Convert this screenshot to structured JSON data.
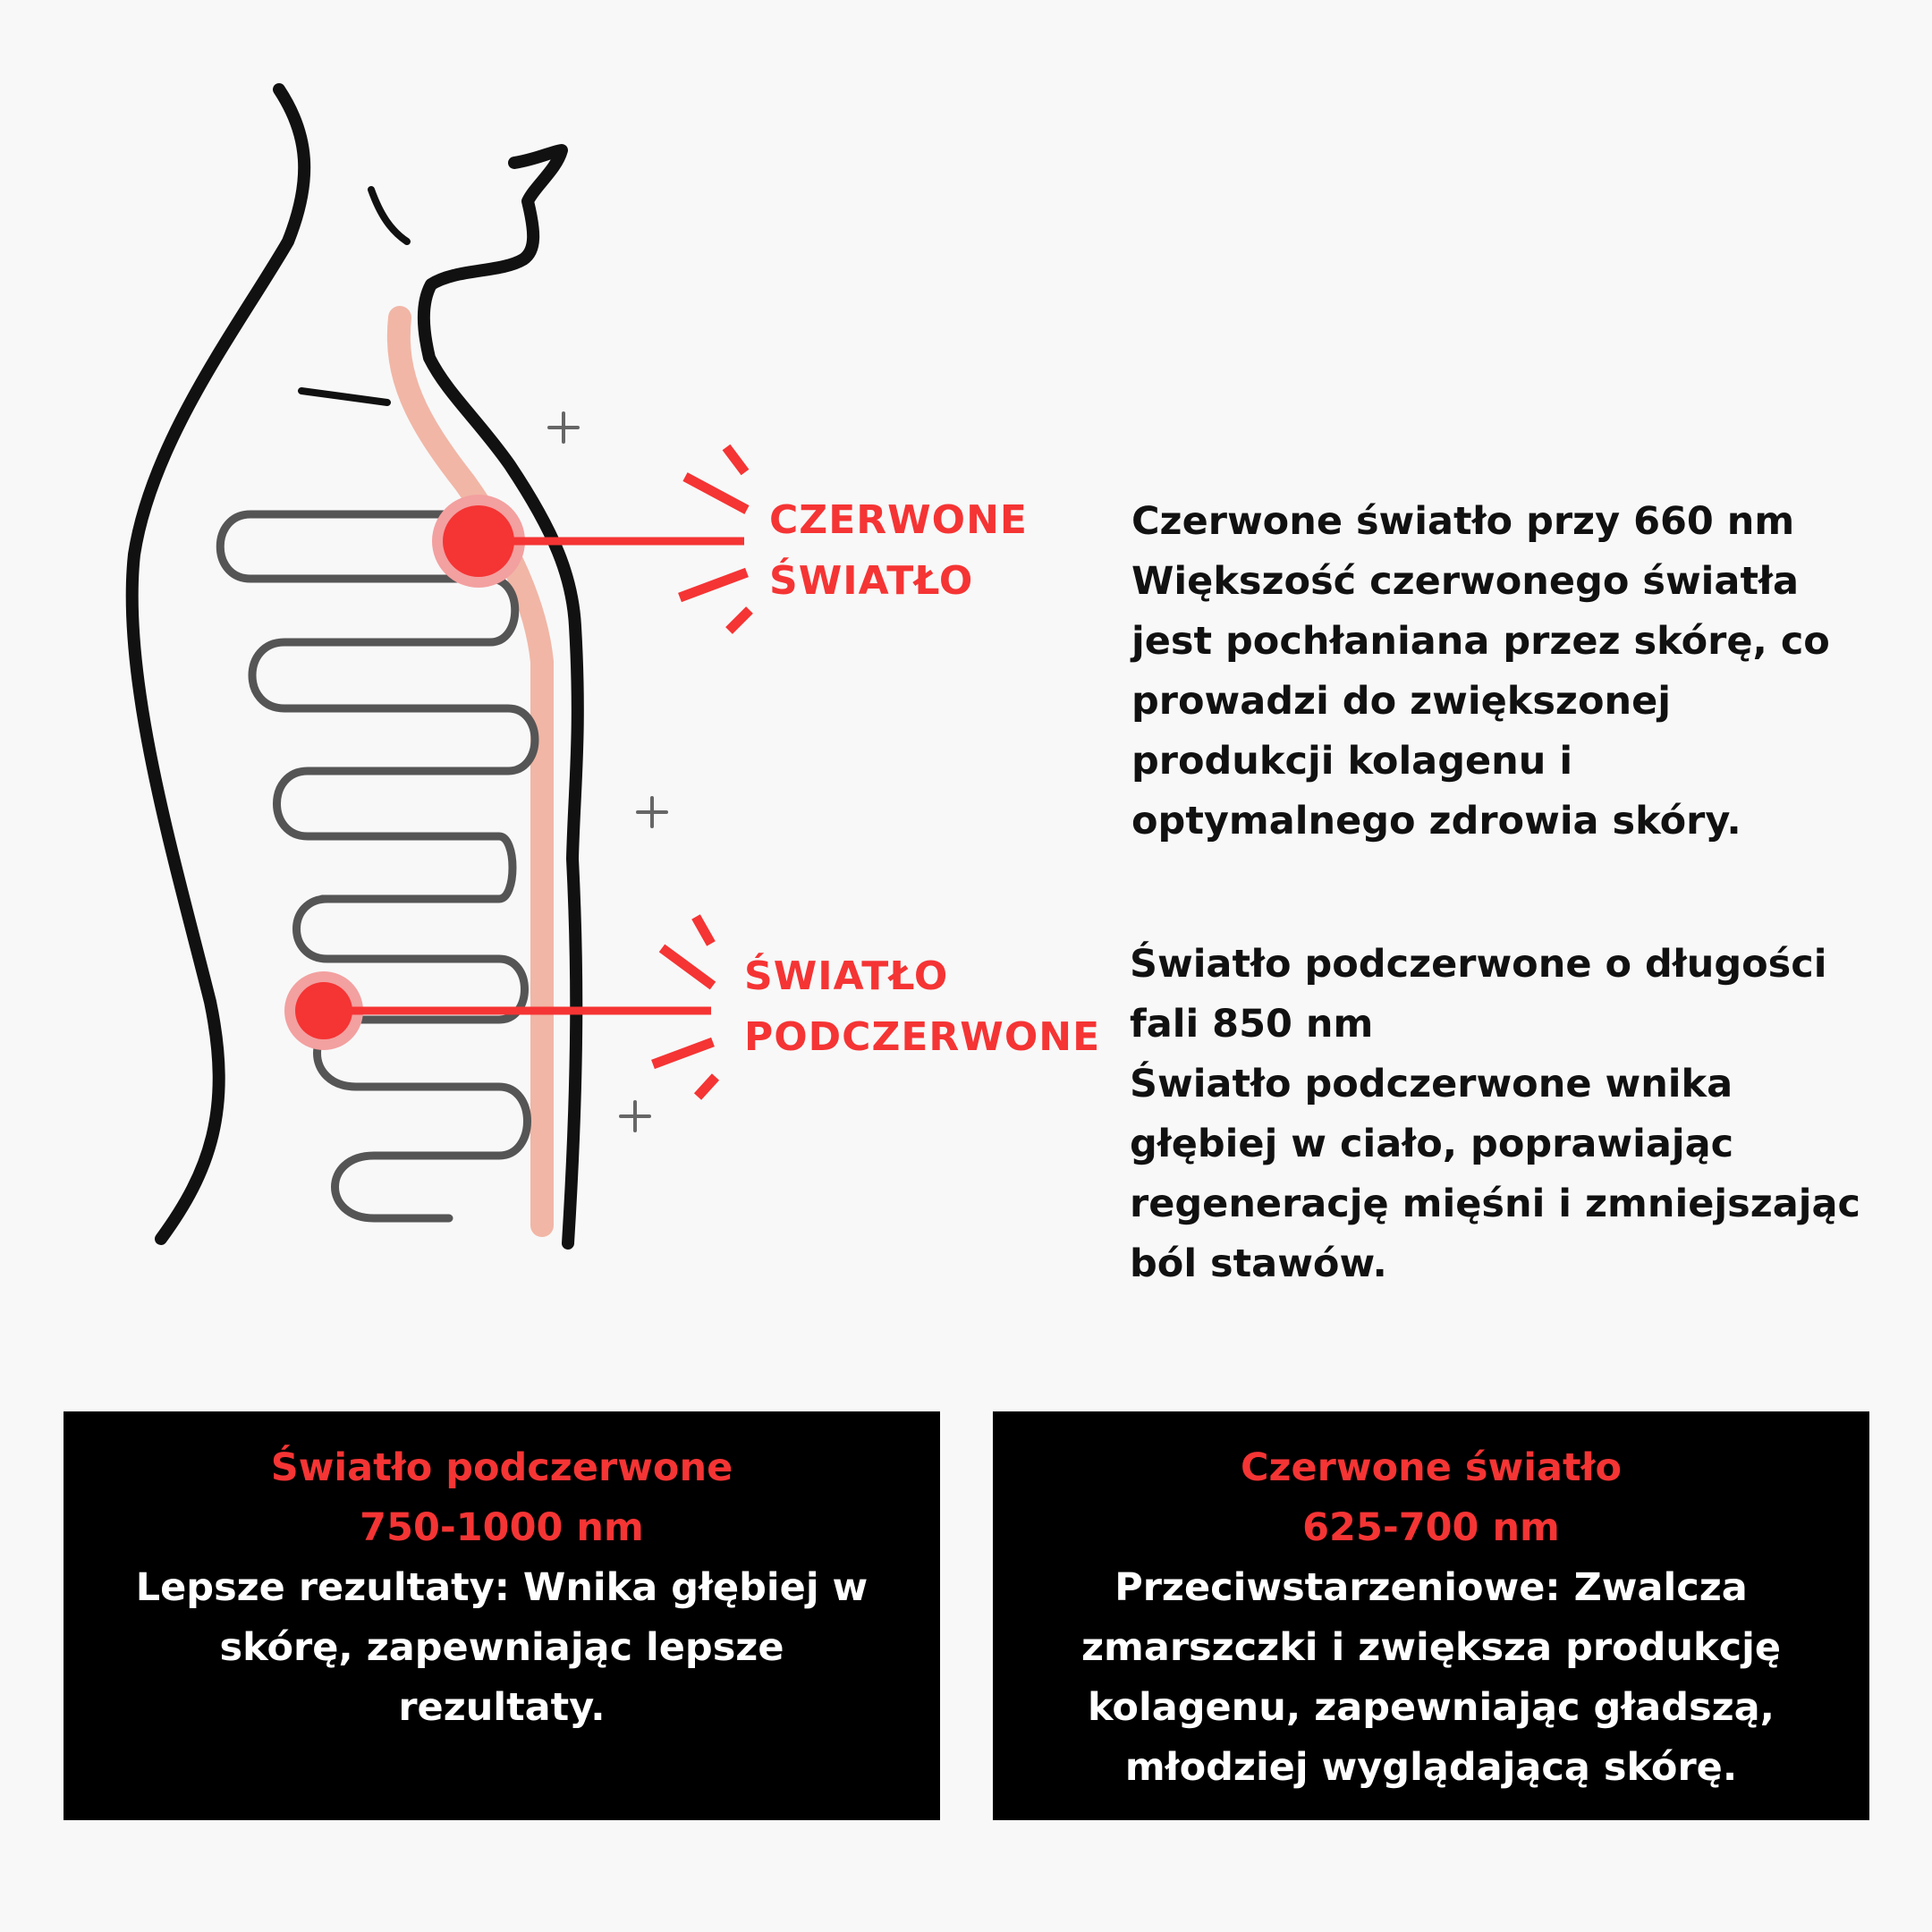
{
  "labels": {
    "red_light": {
      "line1": "CZERWONE",
      "line2": "ŚWIATŁO"
    },
    "infrared_light": {
      "line1": "ŚWIATŁO",
      "line2": "PODCZERWONE"
    }
  },
  "descriptions": {
    "red": {
      "lines": [
        "Czerwone światło przy 660 nm",
        "Większość czerwonego światła",
        "jest pochłaniana przez skórę, co",
        "prowadzi do zwiększonej",
        "produkcji kolagenu i",
        "optymalnego zdrowia skóry."
      ]
    },
    "infrared": {
      "lines": [
        "Światło podczerwone o długości",
        "fali 850 nm",
        "Światło podczerwone wnika",
        "głębiej w ciało, poprawiając",
        "regenerację mięśni i zmniejszając",
        "ból stawów."
      ]
    }
  },
  "boxes": {
    "infrared": {
      "title": "Światło podczerwone",
      "range": "750-1000 nm",
      "body_lines": [
        "Lepsze rezultaty: Wnika głębiej w",
        "skórę, zapewniając lepsze",
        "rezultaty."
      ]
    },
    "red": {
      "title": "Czerwone światło",
      "range": "625-700 nm",
      "body_lines": [
        "Przeciwstarzeniowe: Zwalcza",
        "zmarszczki i zwiększa produkcję",
        "kolagenu, zapewniając gładszą,",
        "młodziej wyglądającą skórę."
      ]
    }
  },
  "colors": {
    "accent_red": "#f53434",
    "skin_layer": "#f1b6a6",
    "outline": "#111111",
    "tissue_gray": "#555555",
    "box_background": "#000000",
    "page_background": "#f8f8f8"
  }
}
